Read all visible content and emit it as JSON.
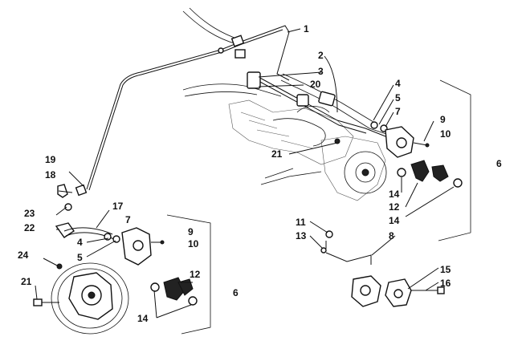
{
  "callouts": [
    {
      "id": "c1",
      "text": "1"
    },
    {
      "id": "c2",
      "text": "2"
    },
    {
      "id": "c3",
      "text": "3"
    },
    {
      "id": "c20",
      "text": "20"
    },
    {
      "id": "c4a",
      "text": "4"
    },
    {
      "id": "c5a",
      "text": "5"
    },
    {
      "id": "c7a",
      "text": "7"
    },
    {
      "id": "c9a",
      "text": "9"
    },
    {
      "id": "c10a",
      "text": "10"
    },
    {
      "id": "c6a",
      "text": "6"
    },
    {
      "id": "c21a",
      "text": "21"
    },
    {
      "id": "c14a",
      "text": "14"
    },
    {
      "id": "c12a",
      "text": "12"
    },
    {
      "id": "c14b",
      "text": "14"
    },
    {
      "id": "c19",
      "text": "19"
    },
    {
      "id": "c18",
      "text": "18"
    },
    {
      "id": "c23",
      "text": "23"
    },
    {
      "id": "c22",
      "text": "22"
    },
    {
      "id": "c17",
      "text": "17"
    },
    {
      "id": "c7b",
      "text": "7"
    },
    {
      "id": "c9b",
      "text": "9"
    },
    {
      "id": "c10b",
      "text": "10"
    },
    {
      "id": "c4b",
      "text": "4"
    },
    {
      "id": "c5b",
      "text": "5"
    },
    {
      "id": "c24",
      "text": "24"
    },
    {
      "id": "c12b",
      "text": "12"
    },
    {
      "id": "c6b",
      "text": "6"
    },
    {
      "id": "c21b",
      "text": "21"
    },
    {
      "id": "c14c",
      "text": "14"
    },
    {
      "id": "c11",
      "text": "11"
    },
    {
      "id": "c13",
      "text": "13"
    },
    {
      "id": "c8",
      "text": "8"
    },
    {
      "id": "c15",
      "text": "15"
    },
    {
      "id": "c16",
      "text": "16"
    }
  ]
}
